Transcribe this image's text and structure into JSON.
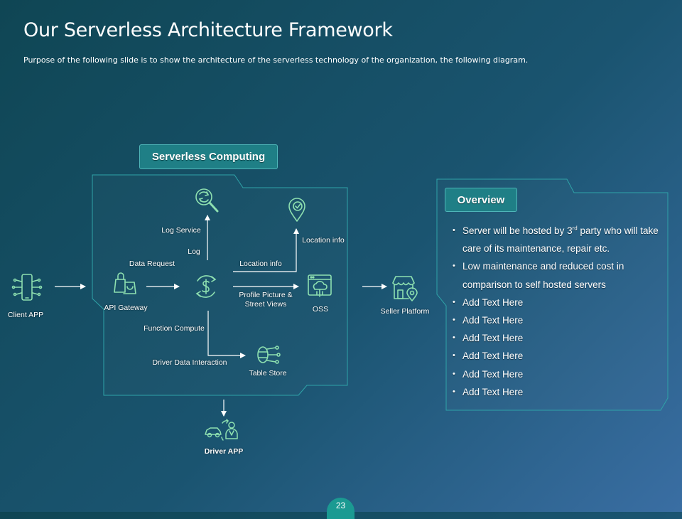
{
  "slide": {
    "title": "Our Serverless Architecture Framework",
    "subtitle": "Purpose of the following slide is to show the  architecture of the serverless technology of the organization, the following diagram.",
    "page_number": "23"
  },
  "diagram": {
    "serverless_label": "Serverless Computing",
    "nodes": {
      "client_app": "Client APP",
      "api_gateway": "API Gateway",
      "log_service": "Log Service",
      "location": "Location info",
      "oss": "OSS",
      "table_store": "Table Store",
      "seller_platform": "Seller Platform",
      "driver_app": "Driver APP"
    },
    "edges": {
      "data_request": "Data Request",
      "log": "Log",
      "location_info": "Location info",
      "profile_picture": "Profile Picture &",
      "street_views": "Street Views",
      "function_compute": "Function Compute",
      "driver_data": "Driver Data Interaction"
    }
  },
  "overview": {
    "heading": "Overview",
    "bullet1_pre": "Server will  be hosted by 3",
    "bullet1_sup": "rd",
    "bullet1_post": " party who will  take care of its maintenance, repair etc.",
    "bullet2": "Low maintenance and reduced cost in comparison to self hosted servers",
    "bullets": [
      "Add Text Here",
      "Add Text Here",
      "Add Text Here",
      "Add Text Here",
      "Add Text Here",
      "Add Text Here"
    ]
  },
  "colors": {
    "accent": "#1f7f86",
    "icon_line": "#8ee0b0",
    "panel_border": "#2fa3a8"
  }
}
